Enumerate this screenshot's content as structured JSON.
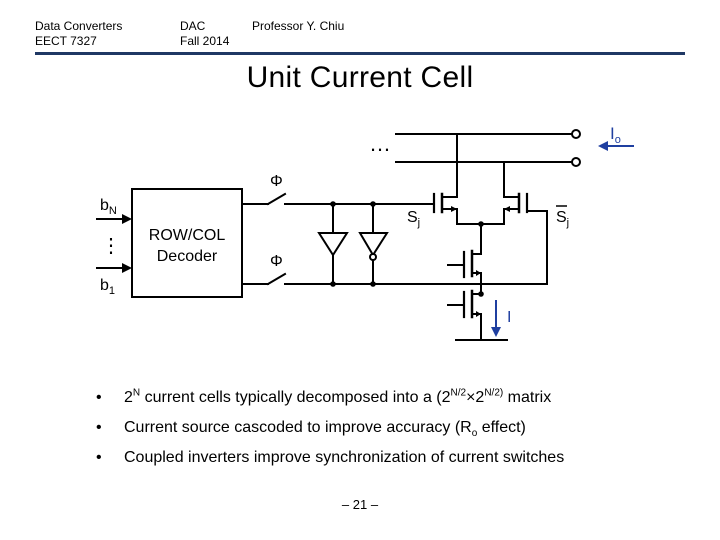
{
  "header": {
    "course_title": "Data Converters",
    "course_code": "EECT 7327",
    "topic": "DAC",
    "term": "Fall 2014",
    "instructor": "Professor Y. Chiu"
  },
  "slide_title": "Unit Current Cell",
  "circuit": {
    "decoder_line1": "ROW/COL",
    "decoder_line2": "Decoder",
    "input_msb_letter": "b",
    "input_msb_sub": "N",
    "input_lsb_letter": "b",
    "input_lsb_sub": "1",
    "input_ellipsis": "⋮",
    "phi_top": "Φ",
    "phi_bottom": "Φ",
    "top_ellipsis": "…",
    "output_letter": "I",
    "output_sub": "o",
    "switch_letter": "S",
    "switch_sub": "j",
    "switchbar_letter": "S",
    "switchbar_sub": "j",
    "current_label": "I"
  },
  "bullets": [
    {
      "marker": "•",
      "parts": [
        "2",
        "N",
        " current cells typically decomposed into a (2",
        "N/2",
        "×2",
        "N/2)",
        " matrix"
      ]
    },
    {
      "marker": "•",
      "parts": [
        "Current source cascoded to improve accuracy (R",
        "o",
        " effect)"
      ]
    },
    {
      "marker": "•",
      "text": "Coupled inverters improve synchronization of current switches"
    }
  ],
  "page_number": "– 21 –"
}
